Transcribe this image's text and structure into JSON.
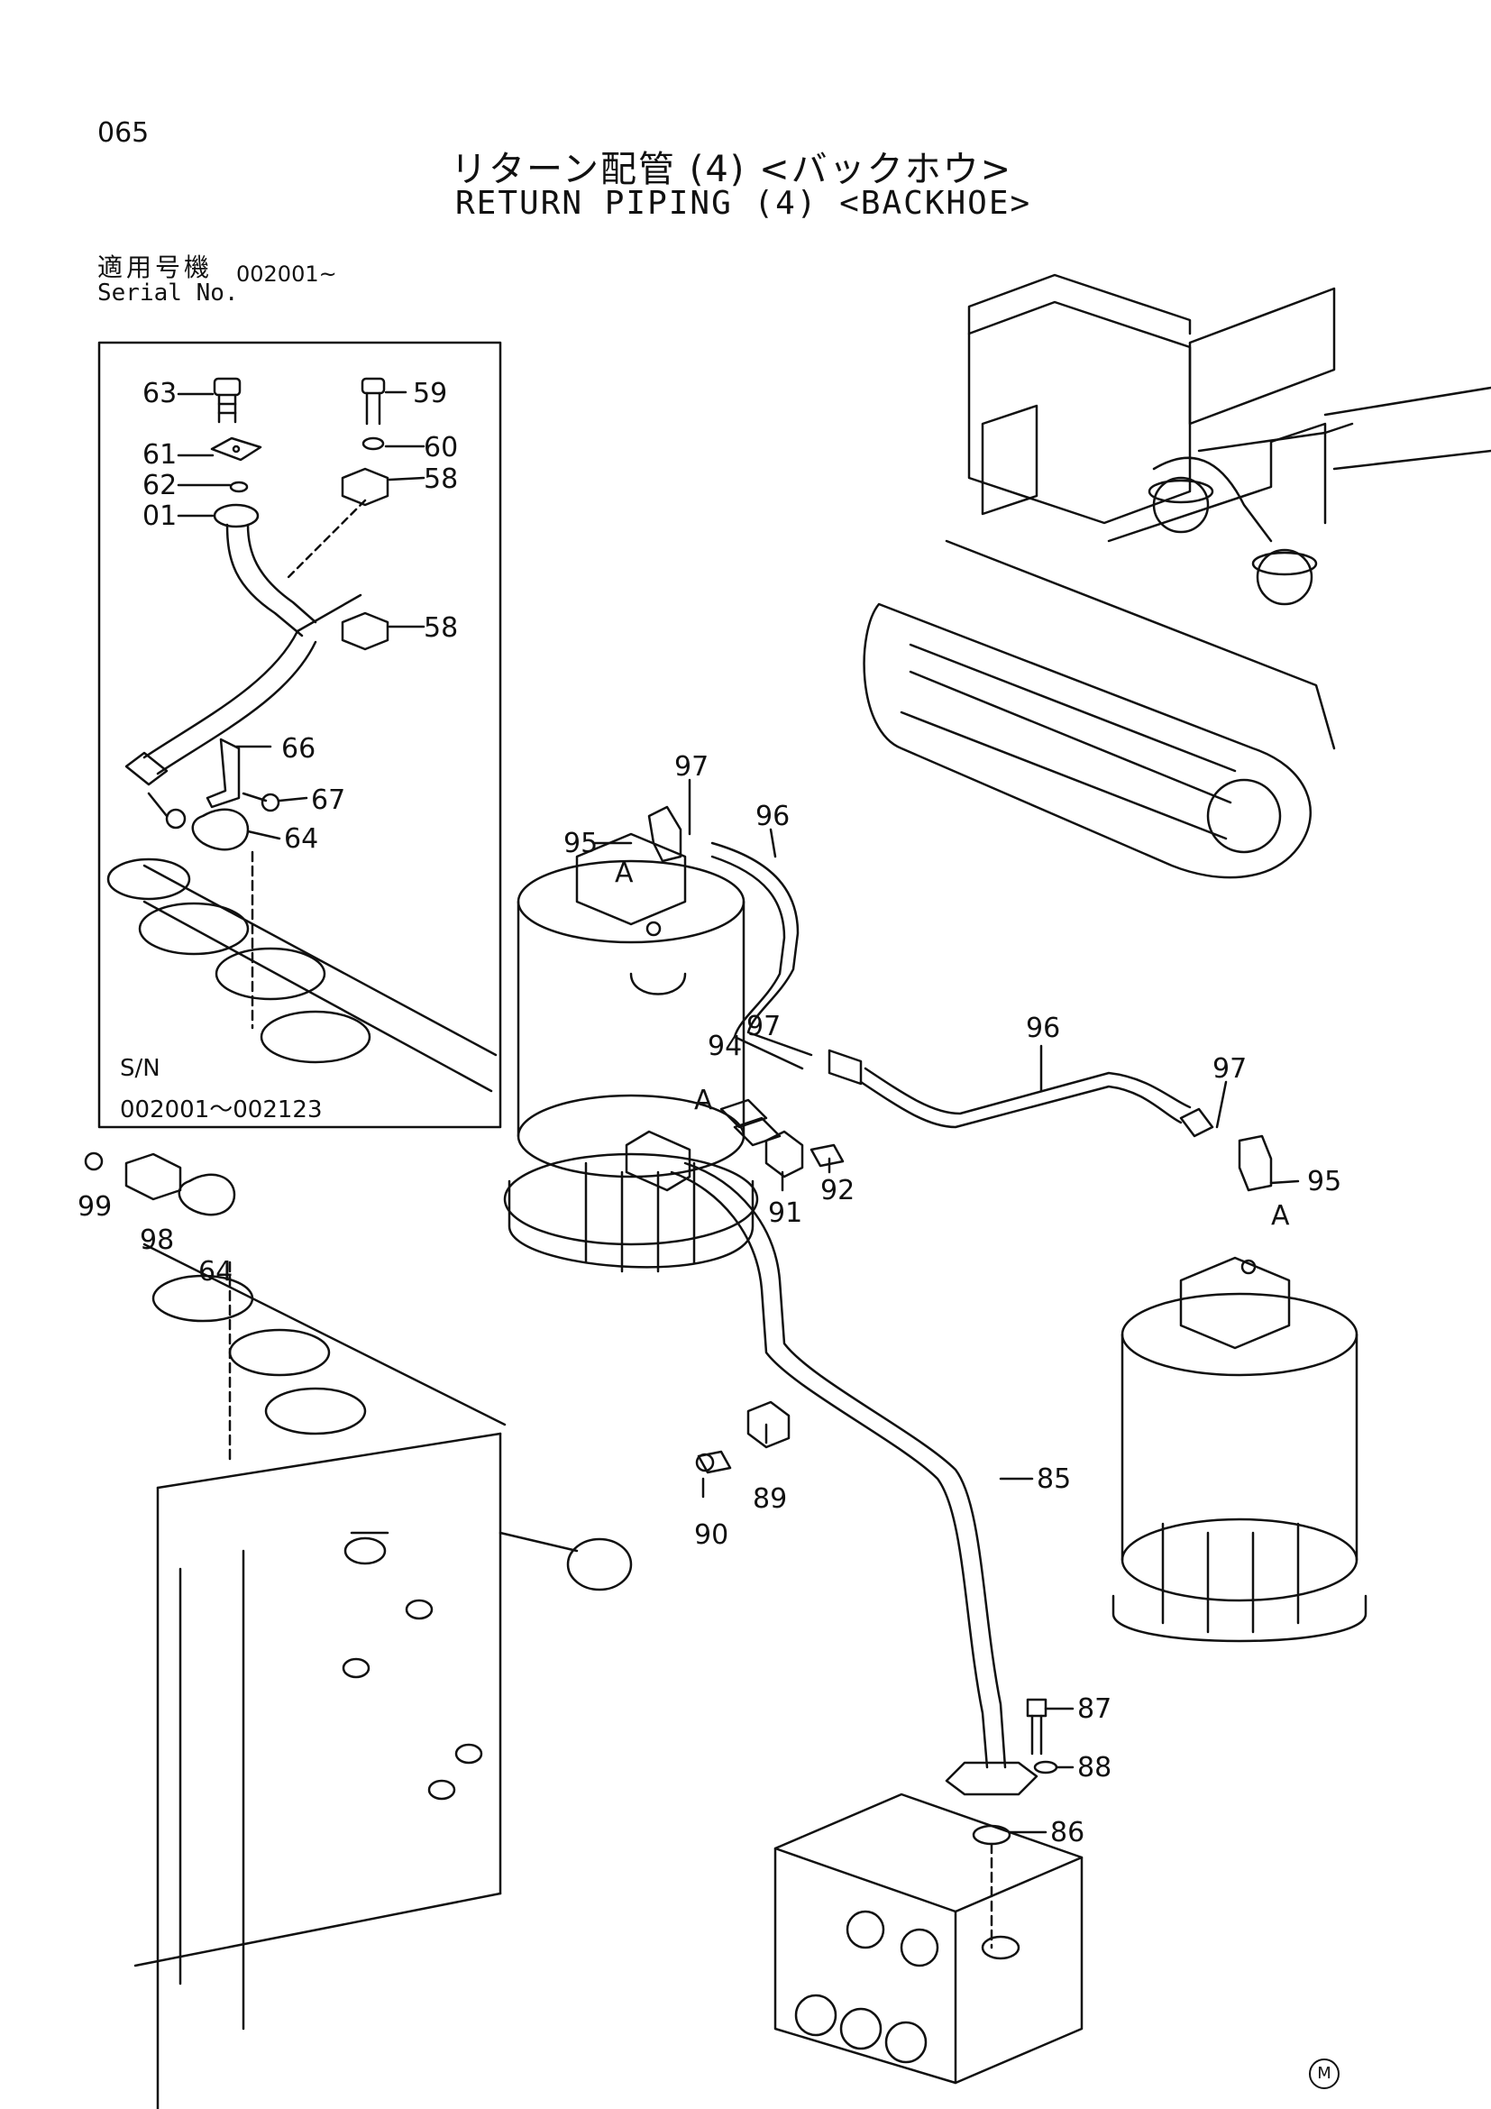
{
  "page_number": "065",
  "title_jp": "リターン配管 (4) <バックホウ>",
  "title_en": "RETURN PIPING (4) <BACKHOE>",
  "serial": {
    "label_jp": "適用号機",
    "label_en": "Serial No.",
    "value": "002001~"
  },
  "inset": {
    "sn_label": "S/N",
    "sn_range": "002001～002123"
  },
  "callouts": {
    "c63": "63",
    "c59": "59",
    "c60": "60",
    "c61": "61",
    "c62": "62",
    "c58a": "58",
    "c01": "01",
    "c58b": "58",
    "c66": "66",
    "c67": "67",
    "c64a": "64",
    "c97a": "97",
    "c96a": "96",
    "c95a": "95",
    "cAa": "A",
    "c94": "94",
    "c97b": "97",
    "cAb": "A",
    "c96b": "96",
    "c97c": "97",
    "c95b": "95",
    "cAc": "A",
    "c99": "99",
    "c98": "98",
    "c64b": "64",
    "c92": "92",
    "c91": "91",
    "c85": "85",
    "c89": "89",
    "c90": "90",
    "c87": "87",
    "c88": "88",
    "c86": "86"
  },
  "mark": "M"
}
